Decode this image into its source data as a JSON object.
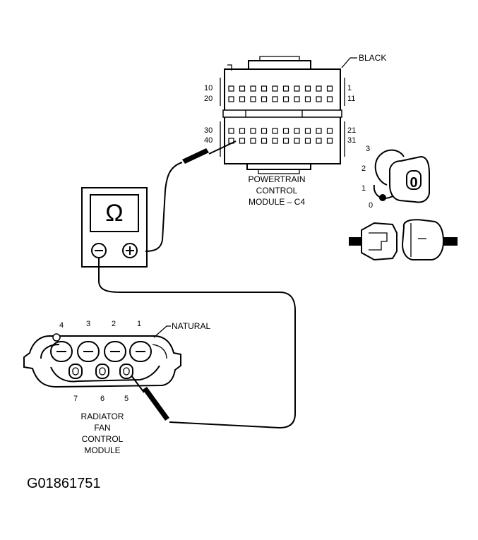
{
  "figure_id": "G01861751",
  "pcm": {
    "color_label": "BLACK",
    "pin_labels_left": [
      "10",
      "20",
      "30",
      "40"
    ],
    "pin_labels_right": [
      "1",
      "11",
      "21",
      "31"
    ],
    "name_lines": [
      "POWERTRAIN",
      "CONTROL",
      "MODULE – C4"
    ]
  },
  "ohmmeter": {
    "symbol": "Ω",
    "neg_terminal": "−",
    "pos_terminal": "+"
  },
  "ignition": {
    "positions": [
      "3",
      "2",
      "1",
      "0"
    ],
    "key_mark": "0"
  },
  "fan_module": {
    "color_label": "NATURAL",
    "top_pins": [
      "4",
      "3",
      "2",
      "1"
    ],
    "bottom_pins": [
      "7",
      "6",
      "5"
    ],
    "name_lines": [
      "RADIATOR",
      "FAN",
      "CONTROL",
      "MODULE"
    ]
  }
}
